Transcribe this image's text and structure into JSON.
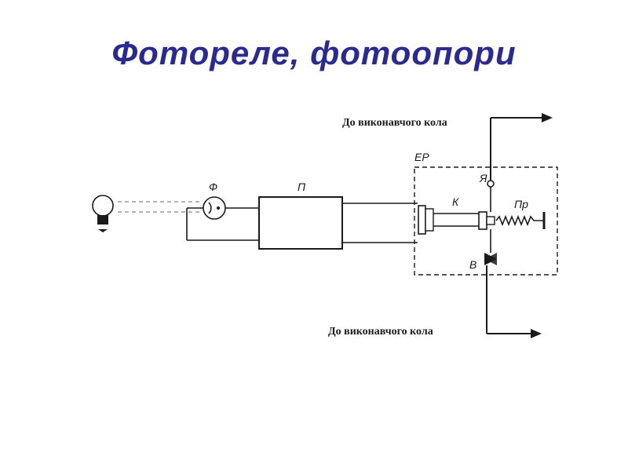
{
  "title": "Фотореле, фотоопори",
  "colors": {
    "title": "#2b2b8f",
    "ink": "#1a1a1a"
  },
  "diagram": {
    "labels": {
      "photo": "Ф",
      "amplifier": "П",
      "relay": "ЕР",
      "anchor": "Я",
      "contact": "К",
      "spring": "Пр",
      "terminal": "В",
      "to_circuit_top": "До виконавчого кола",
      "to_circuit_bottom": "До виконавчого кола"
    },
    "icons": [
      "light-bulb-icon",
      "photocell-icon",
      "spring-icon",
      "arrow-right-icon"
    ]
  }
}
